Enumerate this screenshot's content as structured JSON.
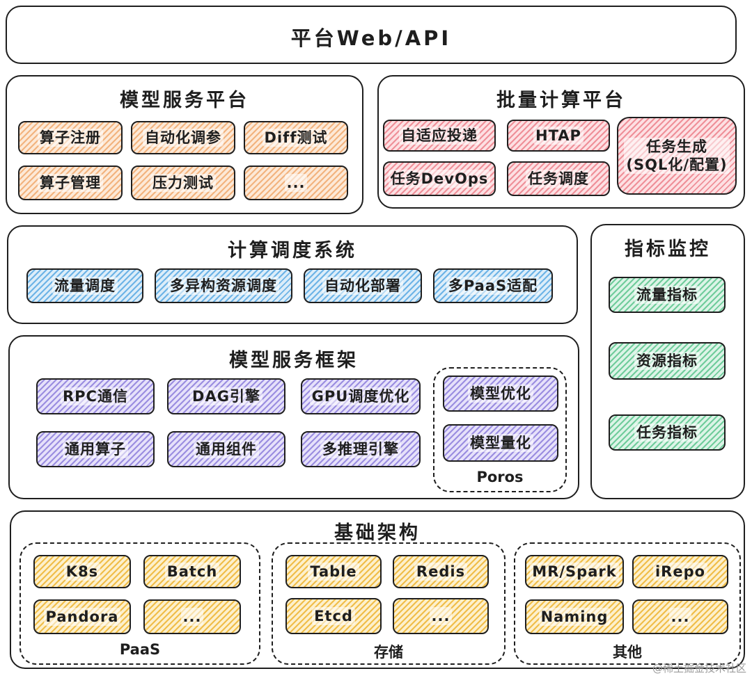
{
  "top_bar": {
    "title": "平台Web/API"
  },
  "model_service_platform": {
    "title": "模型服务平台",
    "items": [
      "算子注册",
      "自动化调参",
      "Diff测试",
      "算子管理",
      "压力测试",
      "..."
    ]
  },
  "batch_compute_platform": {
    "title": "批量计算平台",
    "items": [
      "自适应投递",
      "HTAP",
      "任务生成\n(SQL化/配置)",
      "任务DevOps",
      "任务调度"
    ]
  },
  "compute_scheduling_system": {
    "title": "计算调度系统",
    "items": [
      "流量调度",
      "多异构资源调度",
      "自动化部署",
      "多PaaS适配"
    ]
  },
  "metrics_monitoring": {
    "title": "指标监控",
    "items": [
      "流量指标",
      "资源指标",
      "任务指标"
    ]
  },
  "model_service_framework": {
    "title": "模型服务框架",
    "items": [
      "RPC通信",
      "DAG引擎",
      "GPU调度优化",
      "通用算子",
      "通用组件",
      "多推理引擎"
    ],
    "poros": {
      "label": "Poros",
      "items": [
        "模型优化",
        "模型量化"
      ]
    }
  },
  "infrastructure": {
    "title": "基础架构",
    "groups": [
      {
        "label": "PaaS",
        "items": [
          "K8s",
          "Batch",
          "Pandora",
          "..."
        ]
      },
      {
        "label": "存储",
        "items": [
          "Table",
          "Redis",
          "Etcd",
          "..."
        ]
      },
      {
        "label": "其他",
        "items": [
          "MR/Spark",
          "iRepo",
          "Naming",
          "..."
        ]
      }
    ]
  },
  "watermark": "@稀土掘金技术社区",
  "colors": {
    "orange": "#f2b37e",
    "red": "#ef8f98",
    "blue": "#6cb3e6",
    "green": "#6fcc9b",
    "purple": "#9a8de0",
    "yellow": "#f0bd48",
    "stroke": "#1e1e1e"
  }
}
